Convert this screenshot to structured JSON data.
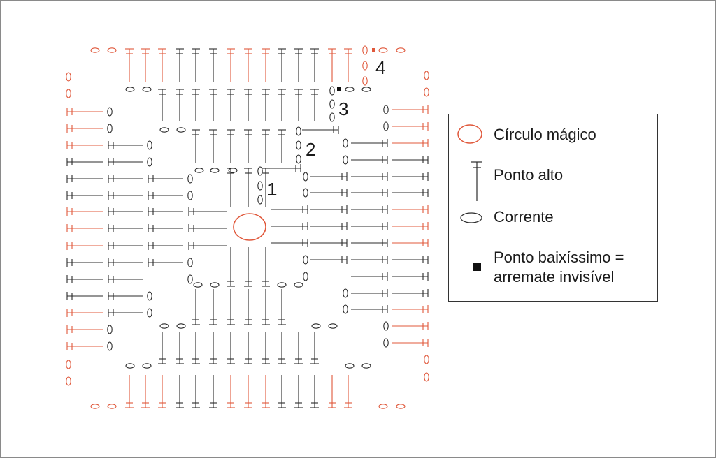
{
  "colors": {
    "red": "#e0583b",
    "black": "#2b2b2b"
  },
  "round_labels": [
    "1",
    "2",
    "3",
    "4"
  ],
  "legend": {
    "magic_circle": {
      "label": "Círculo mágico",
      "icon": "red-ellipse"
    },
    "double_crochet": {
      "label": "Ponto alto",
      "icon": "t-stitch"
    },
    "chain": {
      "label": "Corrente",
      "icon": "ellipse"
    },
    "slip_stitch": {
      "label": "Ponto baixíssimo =",
      "label2": "arremate invisível",
      "icon": "black-square"
    }
  }
}
